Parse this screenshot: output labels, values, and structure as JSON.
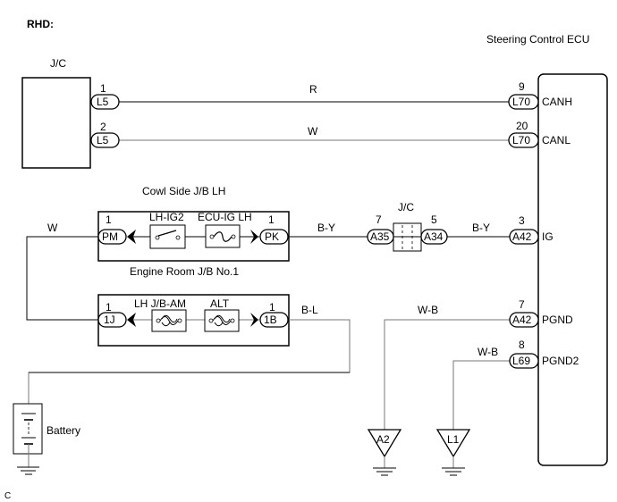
{
  "header": {
    "variant": "RHD:"
  },
  "components": {
    "jc_top": {
      "label": "J/C"
    },
    "ecu": {
      "label": "Steering Control ECU"
    },
    "cowl_jb": {
      "label": "Cowl Side J/B LH"
    },
    "engine_jb": {
      "label": "Engine Room J/B No.1"
    },
    "jc_mid": {
      "label": "J/C"
    },
    "battery": {
      "label": "Battery"
    }
  },
  "connectors": {
    "jc_l5_1": {
      "pin": "1",
      "code": "L5"
    },
    "jc_l5_2": {
      "pin": "2",
      "code": "L5"
    },
    "ecu_canh": {
      "pin": "9",
      "code": "L70",
      "terminal": "CANH"
    },
    "ecu_canl": {
      "pin": "20",
      "code": "L70",
      "terminal": "CANL"
    },
    "cowl_pm": {
      "pin": "1",
      "code": "PM"
    },
    "cowl_pk": {
      "pin": "1",
      "code": "PK"
    },
    "jc_a35": {
      "pin": "7",
      "code": "A35"
    },
    "jc_a34": {
      "pin": "5",
      "code": "A34"
    },
    "ecu_ig": {
      "pin": "3",
      "code": "A42",
      "terminal": "IG"
    },
    "eng_1j": {
      "pin": "1",
      "code": "1J"
    },
    "eng_1b": {
      "pin": "1",
      "code": "1B"
    },
    "ecu_pgnd": {
      "pin": "7",
      "code": "A42",
      "terminal": "PGND"
    },
    "ecu_pgnd2": {
      "pin": "8",
      "code": "L69",
      "terminal": "PGND2"
    }
  },
  "devices": {
    "relay": {
      "label": "LH-IG2"
    },
    "fuse_ecu_ig": {
      "label": "ECU-IG LH"
    },
    "fuse_lh_jb_am": {
      "label": "LH J/B-AM"
    },
    "fuse_alt": {
      "label": "ALT"
    }
  },
  "wires": {
    "canh": "R",
    "canl": "W",
    "pm_feed": "W",
    "pk_to_jc": "B-Y",
    "jc_to_ig": "B-Y",
    "b1_out": "B-L",
    "pgnd": "W-B",
    "pgnd2": "W-B"
  },
  "grounds": {
    "g1": "A2",
    "g2": "L1"
  },
  "footer": {
    "code": "C"
  }
}
